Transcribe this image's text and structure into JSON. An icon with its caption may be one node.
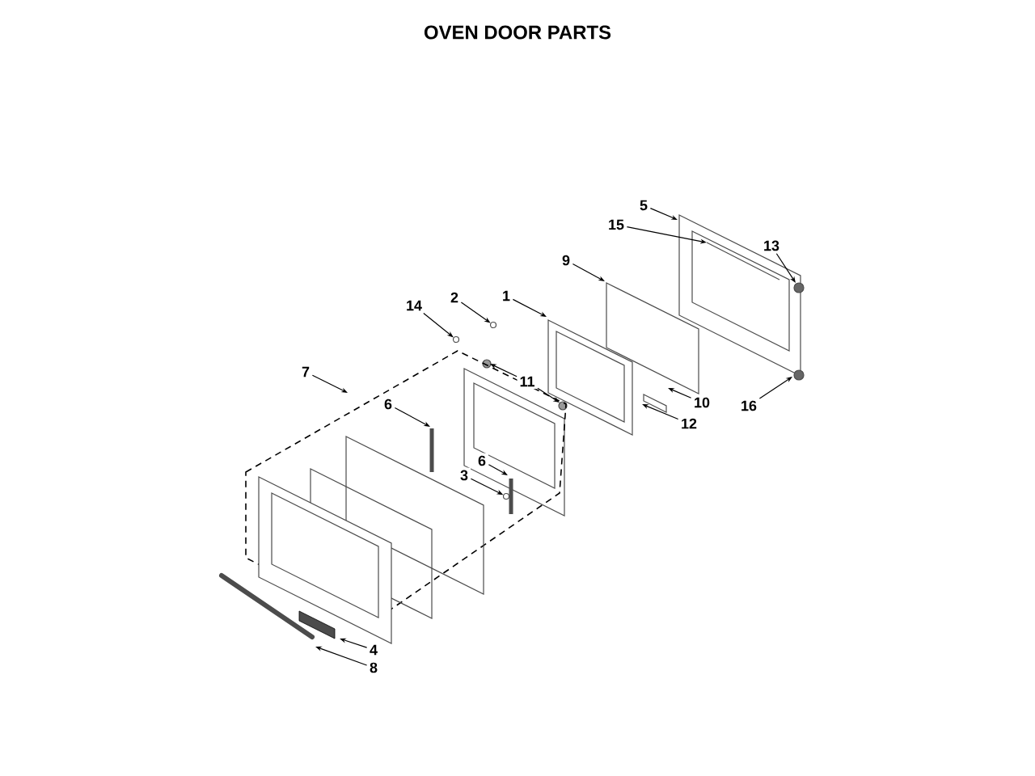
{
  "diagram": {
    "title": "OVEN DOOR PARTS",
    "nodes": [
      {
        "text": [
          "5"
        ]
      },
      {
        "text": [
          "15"
        ]
      },
      {
        "text": [
          "13"
        ]
      },
      {
        "text": [
          "9"
        ]
      },
      {
        "text": [
          "1"
        ]
      },
      {
        "text": [
          "2"
        ]
      },
      {
        "text": [
          "14"
        ]
      },
      {
        "text": [
          "7"
        ]
      },
      {
        "text": [
          "11"
        ]
      },
      {
        "text": [
          "6"
        ]
      },
      {
        "text": [
          "10"
        ]
      },
      {
        "text": [
          "12"
        ]
      },
      {
        "text": [
          "16"
        ]
      },
      {
        "text": [
          "6"
        ]
      },
      {
        "text": [
          "3"
        ]
      },
      {
        "text": [
          "4"
        ]
      },
      {
        "text": [
          "8"
        ]
      },
      {
        "text": [],
        "shape": "circle"
      },
      {
        "text": [],
        "shape": "circle"
      },
      {
        "text": [],
        "shape": "circle"
      }
    ],
    "edges": [
      {
        "from": 0,
        "to": null,
        "arrow": "to"
      },
      {
        "from": 1,
        "to": null,
        "arrow": "to"
      },
      {
        "from": 2,
        "to": null,
        "arrow": "to"
      },
      {
        "from": 3,
        "to": null,
        "arrow": "to"
      },
      {
        "from": 4,
        "to": null,
        "arrow": "to"
      },
      {
        "from": 5,
        "to": 17,
        "arrow": "to"
      },
      {
        "from": 6,
        "to": 18,
        "arrow": "to"
      },
      {
        "from": 7,
        "to": null,
        "arrow": "to"
      },
      {
        "from": 8,
        "to": null,
        "arrow": "to"
      },
      {
        "from": 8,
        "to": null,
        "arrow": "to"
      },
      {
        "from": 9,
        "to": null,
        "arrow": "to"
      },
      {
        "from": 10,
        "to": null,
        "arrow": "to"
      },
      {
        "from": 11,
        "to": null,
        "arrow": "to"
      },
      {
        "from": 12,
        "to": null,
        "arrow": "to"
      },
      {
        "from": 13,
        "to": null,
        "arrow": "to"
      },
      {
        "from": 14,
        "to": 19,
        "arrow": "to"
      },
      {
        "from": 15,
        "to": null,
        "arrow": "to"
      },
      {
        "from": 16,
        "to": null,
        "arrow": "to"
      }
    ]
  }
}
